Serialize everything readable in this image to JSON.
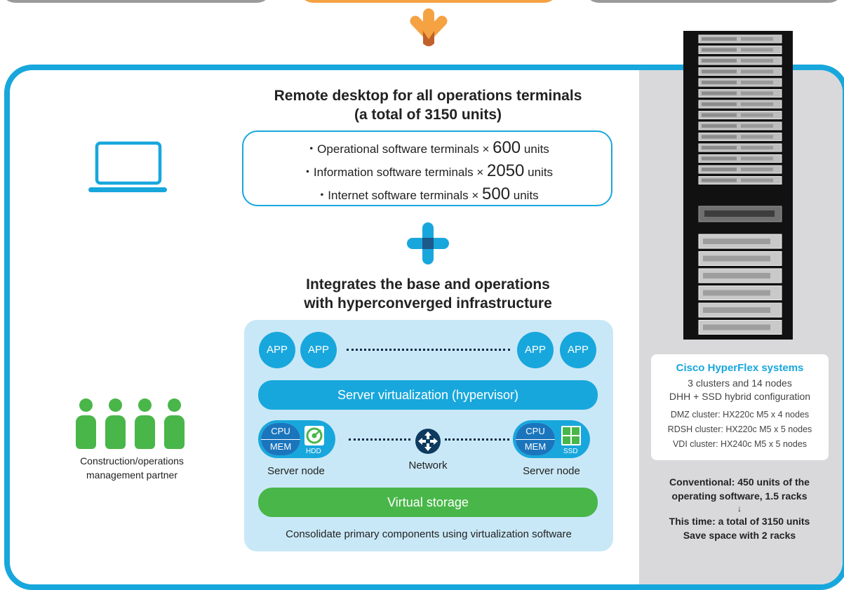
{
  "main": {
    "heading_top": [
      "Remote desktop for all operations terminals",
      "(a total of 3150 units)"
    ],
    "terminals": [
      {
        "pre": "・Operational software terminals × ",
        "num": "600",
        "post": " units"
      },
      {
        "pre": "・Information software terminals × ",
        "num": "2050",
        "post": " units"
      },
      {
        "pre": "・Internet software terminals × ",
        "num": "500",
        "post": " units"
      }
    ],
    "heading_mid": [
      "Integrates the base and operations",
      "with hyperconverged infrastructure"
    ]
  },
  "infra": {
    "app_labels": [
      "APP",
      "APP",
      "APP",
      "APP"
    ],
    "hypervisor": "Server virtualization (hypervisor)",
    "node_left": {
      "cpu": "CPU",
      "mem": "MEM",
      "drive": "HDD",
      "label": "Server node"
    },
    "node_right": {
      "cpu": "CPU",
      "mem": "MEM",
      "drive": "SSD",
      "label": "Server node"
    },
    "network": "Network",
    "storage": "Virtual storage",
    "caption": "Consolidate primary components using virtualization software"
  },
  "partner": {
    "line1": "Construction/operations",
    "line2": "management partner"
  },
  "hyperflex": {
    "title": "Cisco HyperFlex systems",
    "lines": [
      "3 clusters and 14 nodes",
      "DHH + SSD hybrid configuration"
    ],
    "clusters": [
      "DMZ cluster: HX220c M5 x 4 nodes",
      "RDSH cluster: HX220c M5 x 5 nodes",
      "VDI cluster: HX240c M5 x 5 nodes"
    ]
  },
  "summary": {
    "line1": "Conventional: 450 units of the",
    "line2": "operating software, 1.5 racks",
    "arrow": "↓",
    "line3": "This time: a total of 3150 units",
    "line4": "Save space with 2 racks"
  },
  "colors": {
    "accent": "#18a7dc",
    "orange": "#f5a243",
    "green": "#49b649",
    "dark_blue": "#1b75bc"
  }
}
